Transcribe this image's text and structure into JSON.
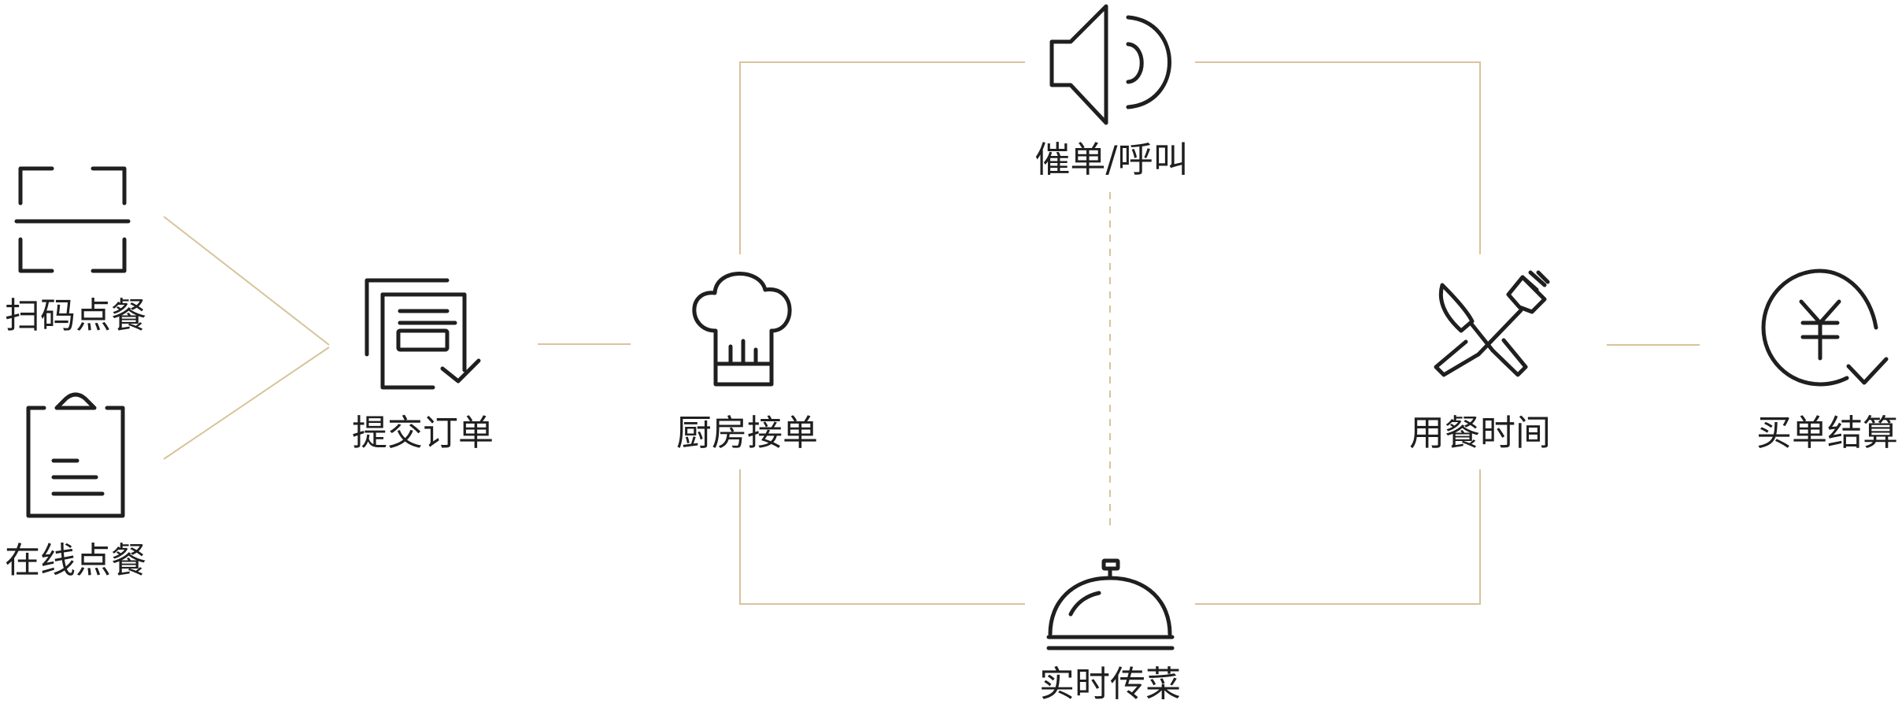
{
  "colors": {
    "line": "#d8c39b",
    "icon": "#1f1f1f",
    "text": "#1f1f1f",
    "background": "#ffffff"
  },
  "nodes": {
    "scan_order": {
      "label": "扫码点餐",
      "icon": "scan-icon"
    },
    "online_order": {
      "label": "在线点餐",
      "icon": "clipboard-icon"
    },
    "submit_order": {
      "label": "提交订单",
      "icon": "documents-check-icon"
    },
    "kitchen_accept": {
      "label": "厨房接单",
      "icon": "chef-hat-icon"
    },
    "urge_call": {
      "label": "催单/呼叫",
      "icon": "speaker-icon"
    },
    "serve_realtime": {
      "label": "实时传菜",
      "icon": "cloche-icon"
    },
    "dining_time": {
      "label": "用餐时间",
      "icon": "knife-fork-icon"
    },
    "checkout": {
      "label": "买单结算",
      "icon": "yuan-check-icon"
    }
  }
}
